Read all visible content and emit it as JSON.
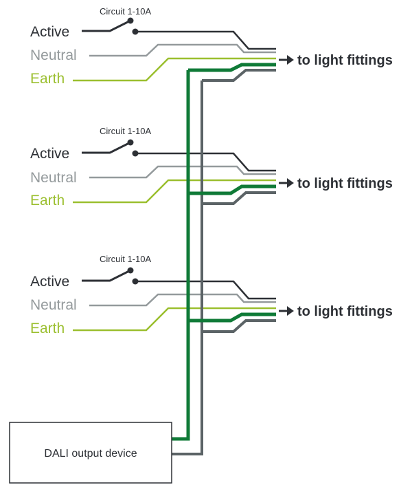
{
  "colors": {
    "active": "#2d3035",
    "neutral": "#949a9c",
    "earth": "#9bbf2f",
    "dali_positive": "#0f7a37",
    "dali_negative": "#5b6366",
    "text": "#2d3035"
  },
  "circuits": [
    {
      "breaker_label": "Circuit 1-10A",
      "active_label": "Active",
      "neutral_label": "Neutral",
      "earth_label": "Earth",
      "destination_label": "to light fittings",
      "switch_icon": "circuit-breaker-switch-icon",
      "arrow_icon": "arrow-right-icon"
    },
    {
      "breaker_label": "Circuit 1-10A",
      "active_label": "Active",
      "neutral_label": "Neutral",
      "earth_label": "Earth",
      "destination_label": "to light fittings",
      "switch_icon": "circuit-breaker-switch-icon",
      "arrow_icon": "arrow-right-icon"
    },
    {
      "breaker_label": "Circuit 1-10A",
      "active_label": "Active",
      "neutral_label": "Neutral",
      "earth_label": "Earth",
      "destination_label": "to light fittings",
      "switch_icon": "circuit-breaker-switch-icon",
      "arrow_icon": "arrow-right-icon"
    }
  ],
  "device": {
    "label": "DALI output device"
  }
}
